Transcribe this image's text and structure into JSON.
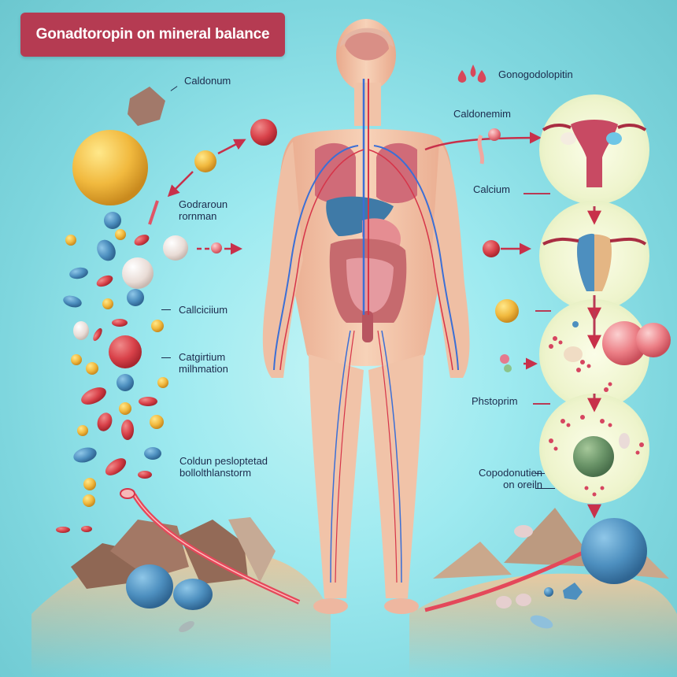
{
  "title": "Gonadtoropin on mineral balance",
  "labels": {
    "left": [
      {
        "id": "caldonum",
        "line1": "Caldonum"
      },
      {
        "id": "godraroun",
        "line1": "Godraroun",
        "line2": "rornman"
      },
      {
        "id": "calldcium",
        "line1": "Callciciium"
      },
      {
        "id": "catgirtium",
        "line1": "Catgirtium",
        "line2": "milhmation"
      },
      {
        "id": "coldun",
        "line1": "Coldun pesloptetad",
        "line2": "bollolthlanstorm"
      }
    ],
    "right": [
      {
        "id": "gonogodolopitin",
        "line1": "Gonogodolopitin"
      },
      {
        "id": "caldonemim",
        "line1": "Caldonemim"
      },
      {
        "id": "calcium",
        "line1": "Calcium"
      },
      {
        "id": "phstoprim",
        "line1": "Phstoprim"
      },
      {
        "id": "copodonutien",
        "line1": "Copodonutien",
        "line2": "on oreiln"
      }
    ]
  },
  "colors": {
    "title_bg": "#b53b52",
    "background": "#8fe0e6",
    "arrow": "#c8304a",
    "skin": "#f2c4a6",
    "text": "#1c2b4d",
    "circle_panel": "#f1f6d4"
  },
  "icons": [
    "blood-drop-icon",
    "uterus-icon",
    "arrow-icon",
    "mineral-sphere-icon",
    "rock-icon"
  ]
}
